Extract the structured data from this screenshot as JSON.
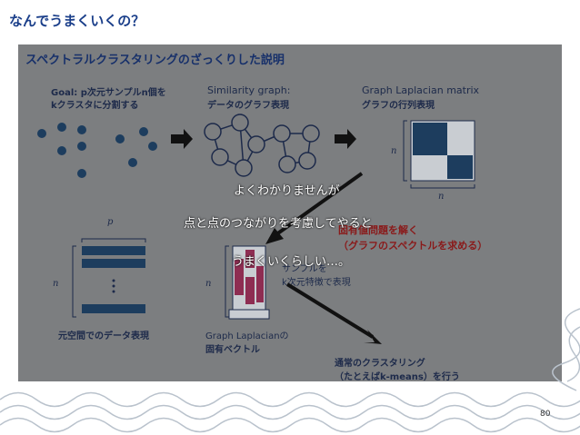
{
  "slide": {
    "title": "なんでうまくいくの？",
    "page_number": "80"
  },
  "panel": {
    "heading": "スペクトラルクラスタリングのざっくりした説明",
    "goal_line1": "Goal: p次元サンプルn個を",
    "goal_line2": "kクラスタに分割する",
    "similarity_line1": "Similarity graph:",
    "similarity_line2": "データのグラフ表現",
    "laplacian_line1": "Graph Laplacian matrix",
    "laplacian_line2": "グラフの行列表現",
    "eigen_line1": "固有値問題を解く",
    "eigen_line2": "（グラフのスペクトルを求める）",
    "sample_line1": "サンプルを",
    "sample_line2": "k次元特徴で表現",
    "orig_space": "元空間でのデータ表現",
    "eigvec_line1": "Graph Laplacianの",
    "eigvec_line2": "固有ベクトル",
    "cluster_line1": "通常のクラスタリング",
    "cluster_line2": "（たとえばk-means）を行う",
    "var_n1": "n",
    "var_n2": "n",
    "var_n3": "n",
    "var_n4": "n",
    "var_p": "p"
  },
  "overlay": {
    "line1": "よくわかりませんが",
    "line2": "点と点のつながりを考慮してやると",
    "line3": "うまくいくらしい…。"
  },
  "colors": {
    "title": "#1b3f8a",
    "panel_bg": "#7c7e80",
    "matrix_block": "#1d3d5e",
    "eigvec_fill": "#8e2d52"
  }
}
